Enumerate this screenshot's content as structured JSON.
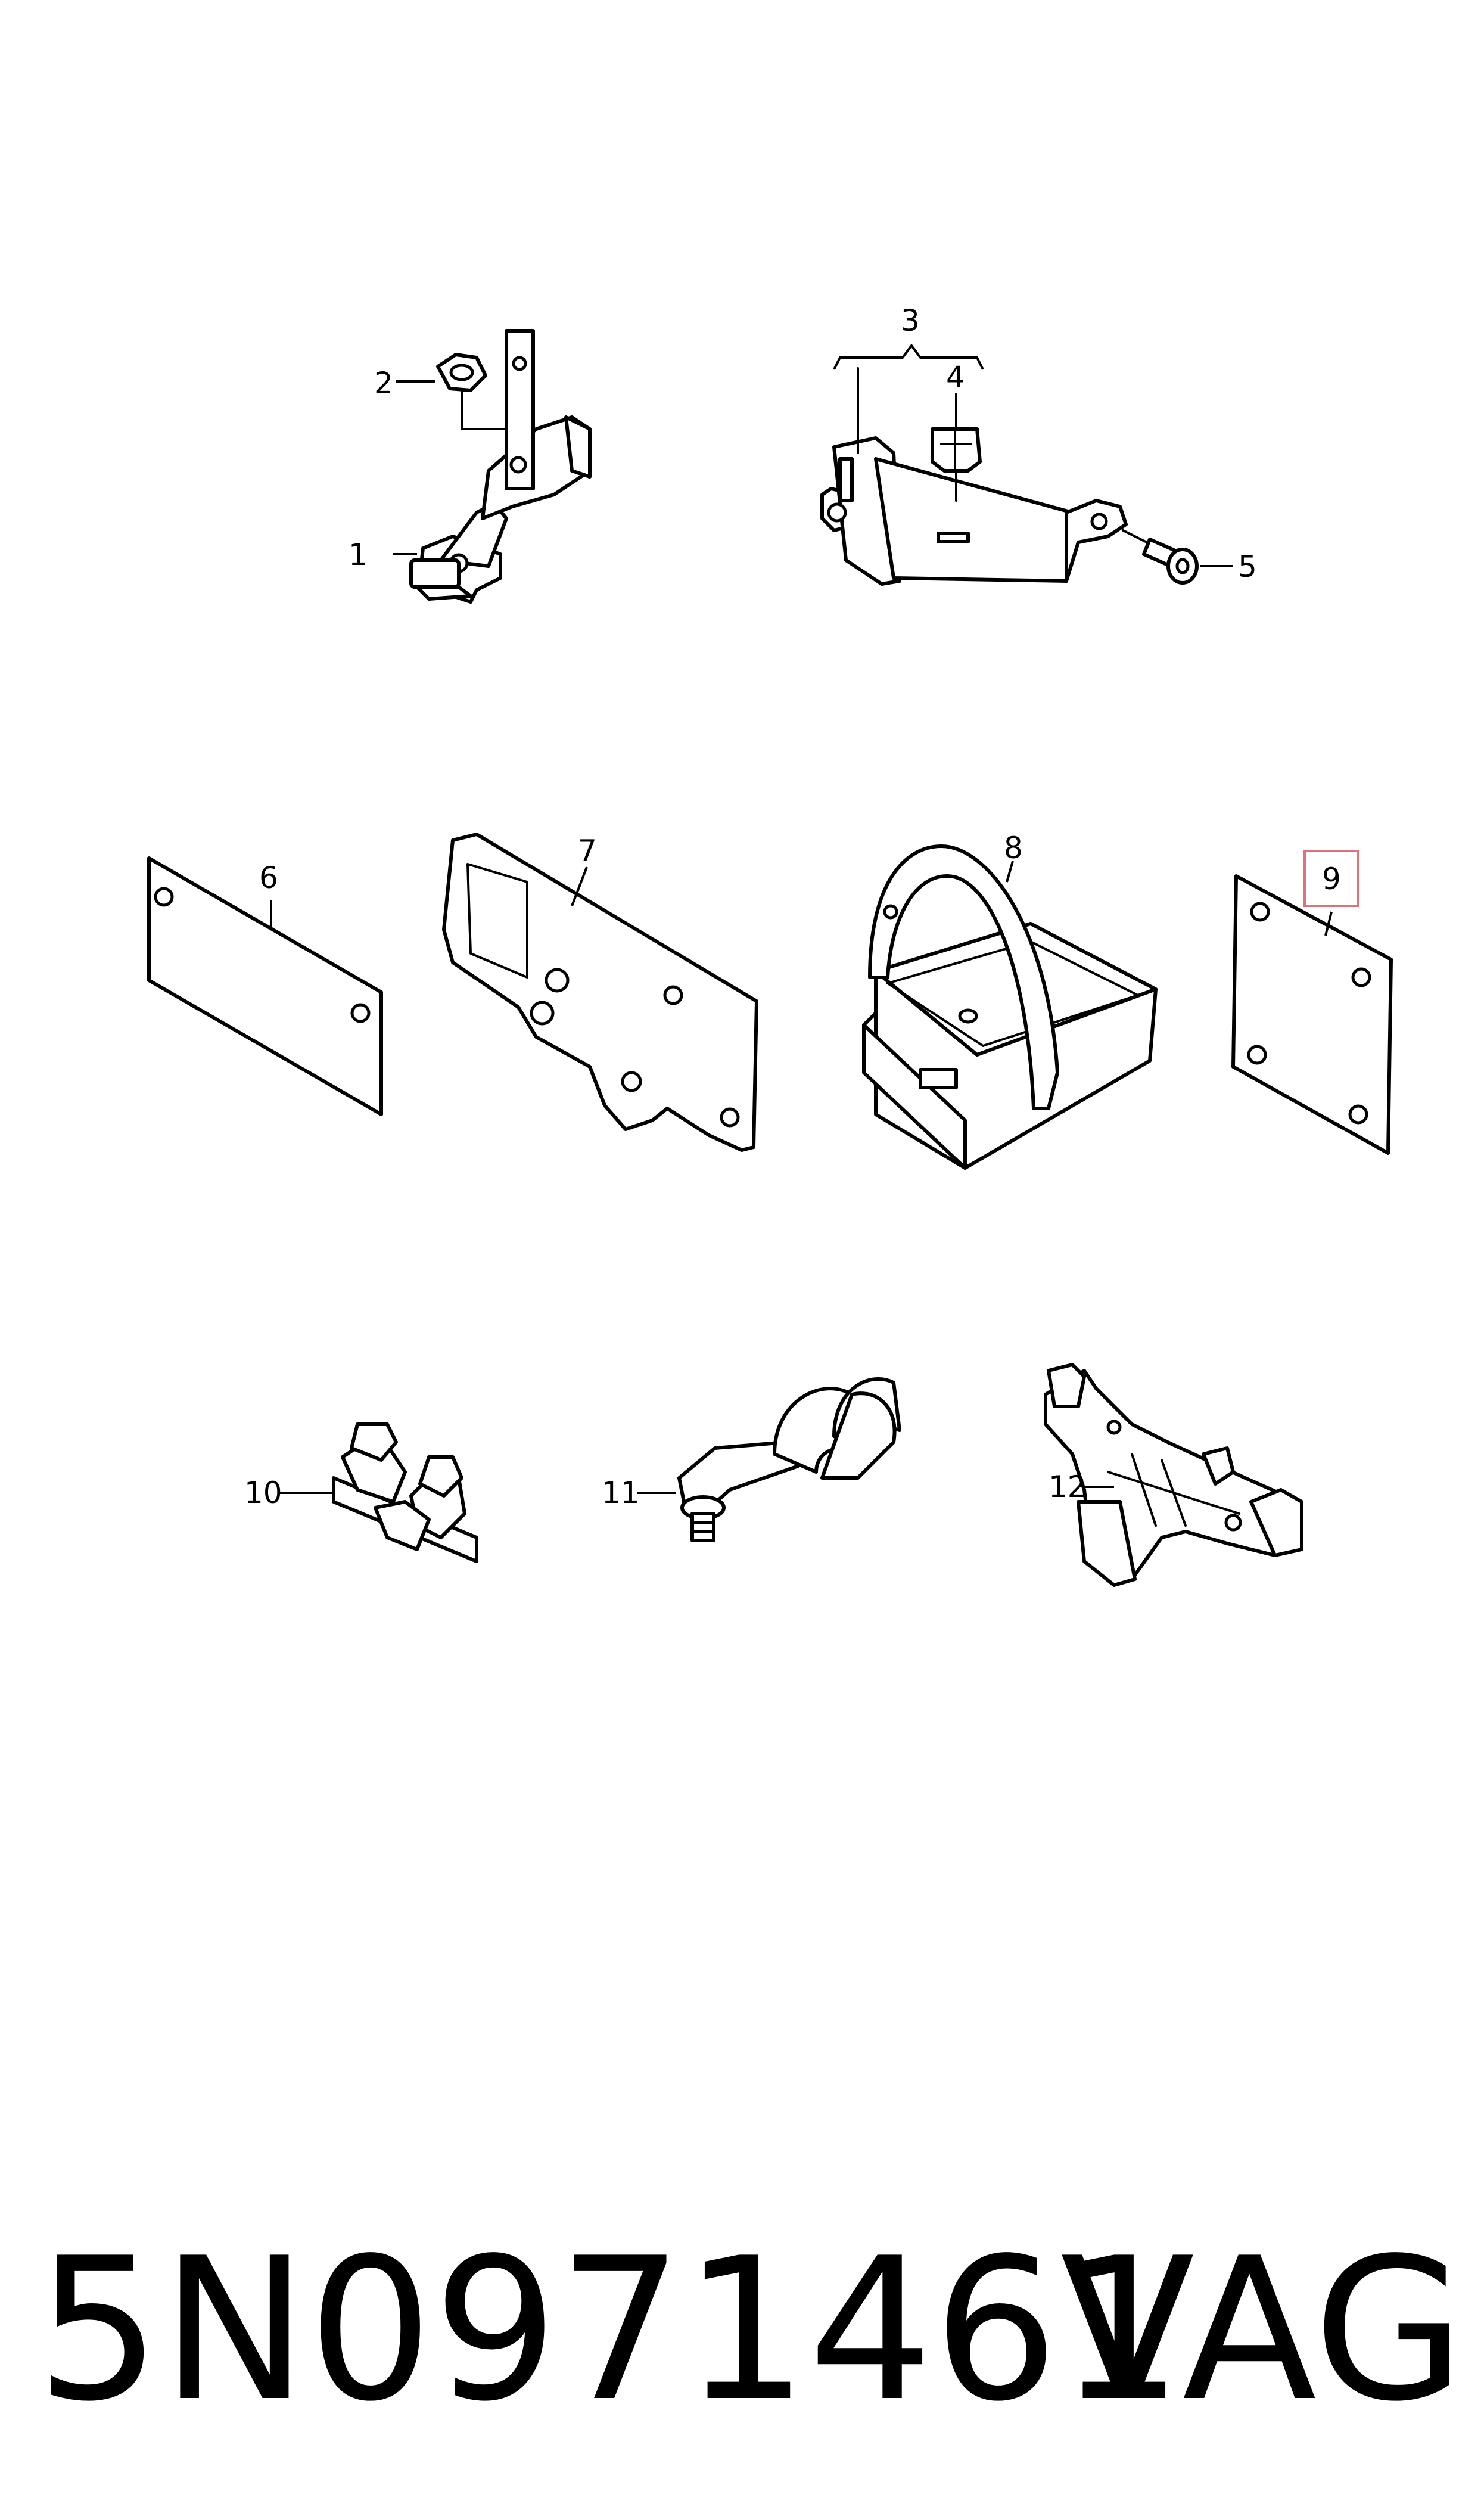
{
  "callouts": {
    "p1": "1",
    "p2": "2",
    "p3": "3",
    "p4": "4",
    "p5": "5",
    "p6": "6",
    "p7": "7",
    "p8": "8",
    "p9": "9",
    "p10": "10",
    "p11": "11",
    "p12": "12"
  },
  "highlighted_callout": "9",
  "colors": {
    "highlight": "#e0707a",
    "line": "#000000",
    "background": "#ffffff"
  },
  "footer": {
    "part_number": "5N0971461",
    "brand": "VAG"
  }
}
